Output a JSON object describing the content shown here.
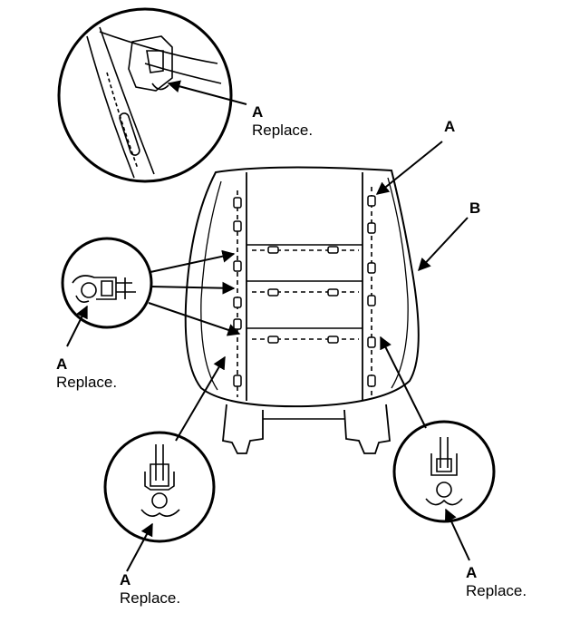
{
  "callouts": [
    {
      "letter": "A",
      "action": "Replace."
    },
    {
      "letter": "A",
      "action": "Replace."
    },
    {
      "letter": "A",
      "action": "Replace."
    },
    {
      "letter": "A",
      "action": "Replace."
    }
  ],
  "parts": {
    "a": "A",
    "b": "B"
  }
}
